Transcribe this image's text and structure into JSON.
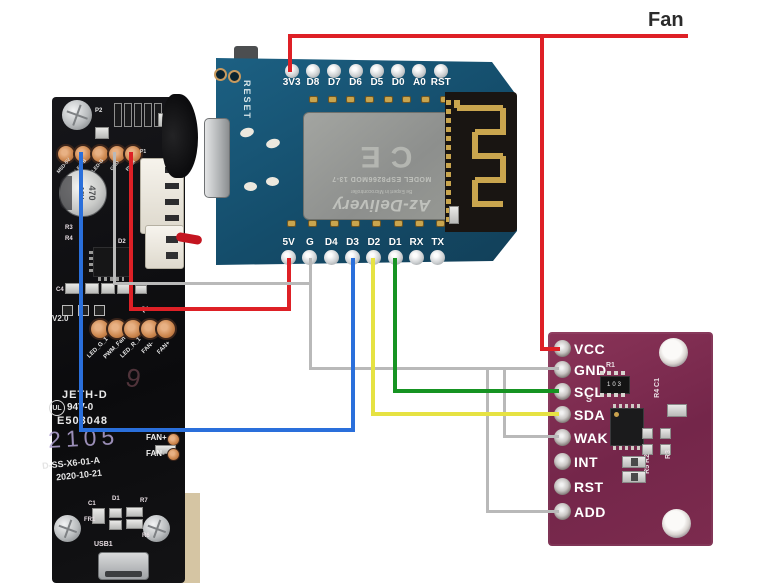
{
  "annotation": {
    "fan": "Fan"
  },
  "colors": {
    "wire_red": "#de2026",
    "wire_blue": "#2a6fdb",
    "wire_yellow": "#e6e242",
    "wire_green": "#169322",
    "wire_gray": "#b9b9b9",
    "led_board": "#0e0e10",
    "d1_board": "#17597a",
    "sensor_board": "#7c2b4e"
  },
  "led_board": {
    "p2": "P2",
    "p1": "P1",
    "cap_value": "470",
    "cap_voltage": "16V",
    "version": "V2.0",
    "brand": "JETH-D",
    "ul": "UL",
    "flammability": "94V-0",
    "cert": "E503048",
    "handwriting": "2105",
    "handwriting2": "9",
    "fan_plus": "FAN+",
    "fan_minus": "FAN-",
    "model": "D-SS-X6-01-A",
    "date": "2020-10-21",
    "usb": "USB1",
    "q1": "Q1",
    "c4": "C4",
    "u1": "U1",
    "r3": "R3",
    "r4": "R4",
    "d2": "D2",
    "c1": "C1",
    "d1": "D1",
    "r7": "R7",
    "fr1": "FR1",
    "r6": "R6",
    "top_pad_labels": [
      "M5D-5V",
      "LED-B",
      "LED-G",
      "GND",
      "PWM"
    ],
    "mid_pad_labels": [
      "LED_G_1",
      "PWM_Fan",
      "LED_R_1",
      "FAN-",
      "FAN+"
    ]
  },
  "d1_mini": {
    "reset": "RESET",
    "top_pins": [
      "3V3",
      "D8",
      "D7",
      "D6",
      "D5",
      "D0",
      "A0",
      "RST"
    ],
    "bottom_pins": [
      "5V",
      "G",
      "D4",
      "D3",
      "D2",
      "D1",
      "RX",
      "TX"
    ],
    "shield": {
      "brand": "Az-Delivery",
      "tagline": "Be Expert in Microcontroller",
      "model": "MODEL ESP8266MOD 13-7",
      "ce": "CE"
    }
  },
  "sensor": {
    "pins": [
      "VCC",
      "GND",
      "SCL",
      "SDA",
      "WAK",
      "INT",
      "RST",
      "ADD"
    ],
    "r1": "R1",
    "chip_code": "103",
    "c1_r4": "R4 C1",
    "r5_r2": "R5 R2",
    "r3": "R3",
    "s_mark": "S"
  }
}
